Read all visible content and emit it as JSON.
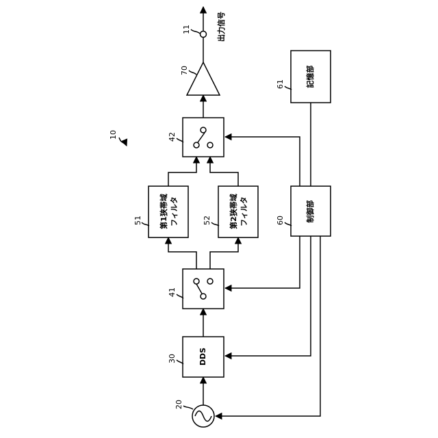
{
  "diagram": {
    "ref_main": "10",
    "output": {
      "ref": "11",
      "label": "出力信号"
    },
    "oscillator": {
      "ref": "20"
    },
    "dds": {
      "ref": "30",
      "label": "DDS"
    },
    "switch1": {
      "ref": "41"
    },
    "switch2": {
      "ref": "42"
    },
    "filter1": {
      "ref": "51",
      "line1": "第1狭帯域",
      "line2": "フィルタ"
    },
    "filter2": {
      "ref": "52",
      "line1": "第2狭帯域",
      "line2": "フィルタ"
    },
    "controller": {
      "ref": "60",
      "label": "制御部"
    },
    "storage": {
      "ref": "61",
      "label": "記憶部"
    },
    "amplifier": {
      "ref": "70"
    }
  }
}
